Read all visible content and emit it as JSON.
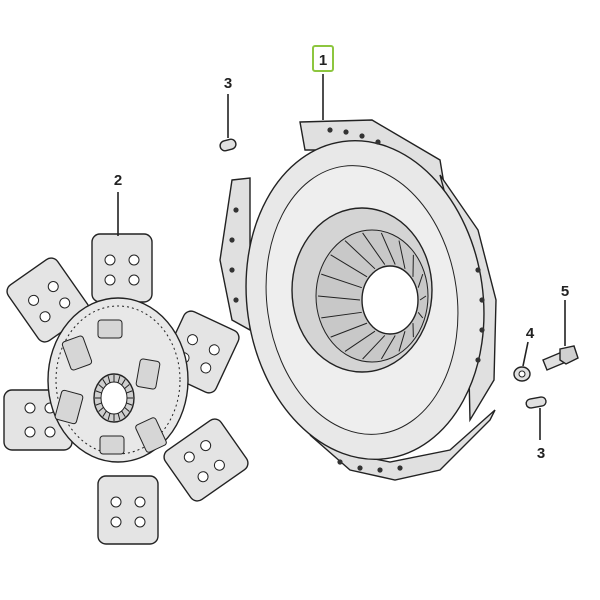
{
  "diagram": {
    "highlight_color": "#8dc63f",
    "part_fill": "#e8e8e8",
    "part_shade": "#bdbdbd",
    "callouts": [
      {
        "id": "c1",
        "label": "1",
        "highlighted": true
      },
      {
        "id": "c2",
        "label": "2",
        "highlighted": false
      },
      {
        "id": "c3a",
        "label": "3",
        "highlighted": false
      },
      {
        "id": "c3b",
        "label": "3",
        "highlighted": false
      },
      {
        "id": "c4",
        "label": "4",
        "highlighted": false
      },
      {
        "id": "c5",
        "label": "5",
        "highlighted": false
      }
    ]
  }
}
